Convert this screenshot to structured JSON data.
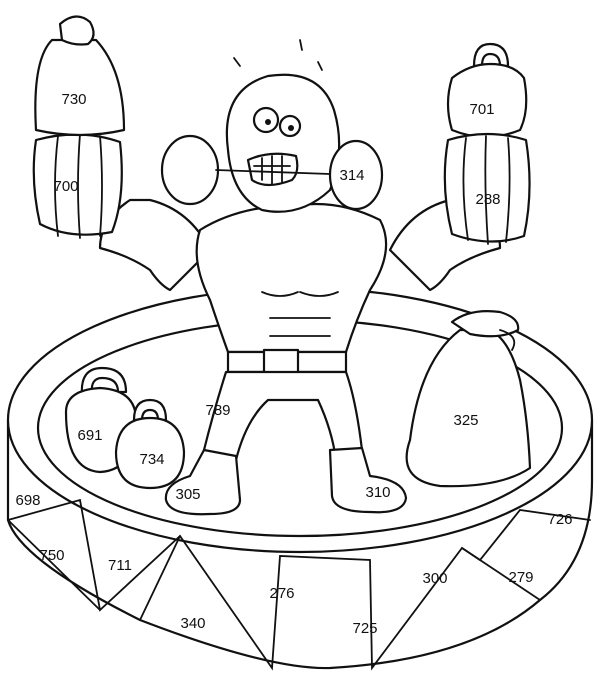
{
  "regions": {
    "sack_top": "730",
    "barrel_left": "700",
    "weight_top_right": "701",
    "barrel_right": "288",
    "bar_right": "314",
    "kettlebell_big": "691",
    "kettlebell_small": "734",
    "legs": "789",
    "sack_big": "325",
    "shoe_left": "305",
    "shoe_right": "310",
    "ring_left": "698",
    "ring_right": "726",
    "panel_1": "750",
    "panel_2": "711",
    "panel_3": "340",
    "panel_4": "276",
    "panel_5": "725",
    "panel_6": "300",
    "panel_7": "279"
  }
}
